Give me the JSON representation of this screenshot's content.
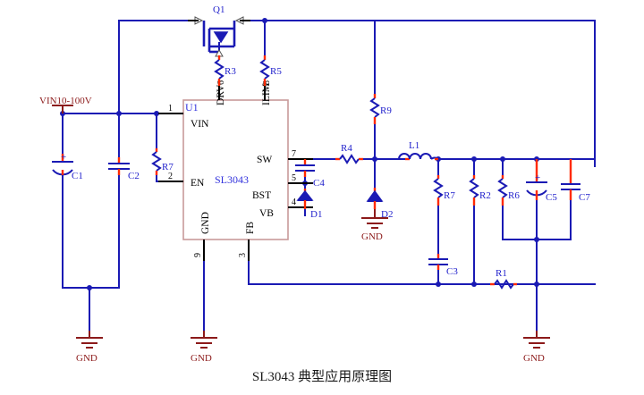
{
  "title": "SL3043 typical application schematic",
  "caption": "SL3043  典型应用原理图",
  "power_port": {
    "label": "VIN10-100V"
  },
  "ic": {
    "refdes": "U1",
    "part": "SL3043",
    "pins": [
      {
        "num": "1",
        "name": "VIN",
        "side": "left"
      },
      {
        "num": "2",
        "name": "EN",
        "side": "left"
      },
      {
        "num": "6",
        "name": "DRV",
        "side": "top"
      },
      {
        "num": "8",
        "name": "ILIM",
        "side": "top"
      },
      {
        "num": "7",
        "name": "SW",
        "side": "right"
      },
      {
        "num": "5",
        "name": "BST",
        "side": "right"
      },
      {
        "num": "4",
        "name": "VB",
        "side": "right"
      },
      {
        "num": "9",
        "name": "GND",
        "side": "bottom"
      },
      {
        "num": "3",
        "name": "FB",
        "side": "bottom"
      }
    ]
  },
  "components": {
    "q1": "Q1",
    "r1": "R1",
    "r2": "R2",
    "r3": "R3",
    "r4": "R4",
    "r5": "R5",
    "r6": "R6",
    "r7_left": "R7",
    "r7_right": "R7",
    "r9": "R9",
    "l1": "L1",
    "c1": "C1",
    "c2": "C2",
    "c3": "C3",
    "c4": "C4",
    "c5": "C5",
    "c7": "C7",
    "d1": "D1",
    "d2": "D2"
  },
  "ground_labels": {
    "gnd_left": "GND",
    "gnd_center": "GND",
    "gnd_mid": "GND",
    "gnd_right": "GND"
  },
  "colors": {
    "wire": "#1a1ab4",
    "terminal": "#ff2a00",
    "ground": "#8c1a1a",
    "ic_border": "#c89a9a",
    "ref_text": "#2222cc"
  }
}
